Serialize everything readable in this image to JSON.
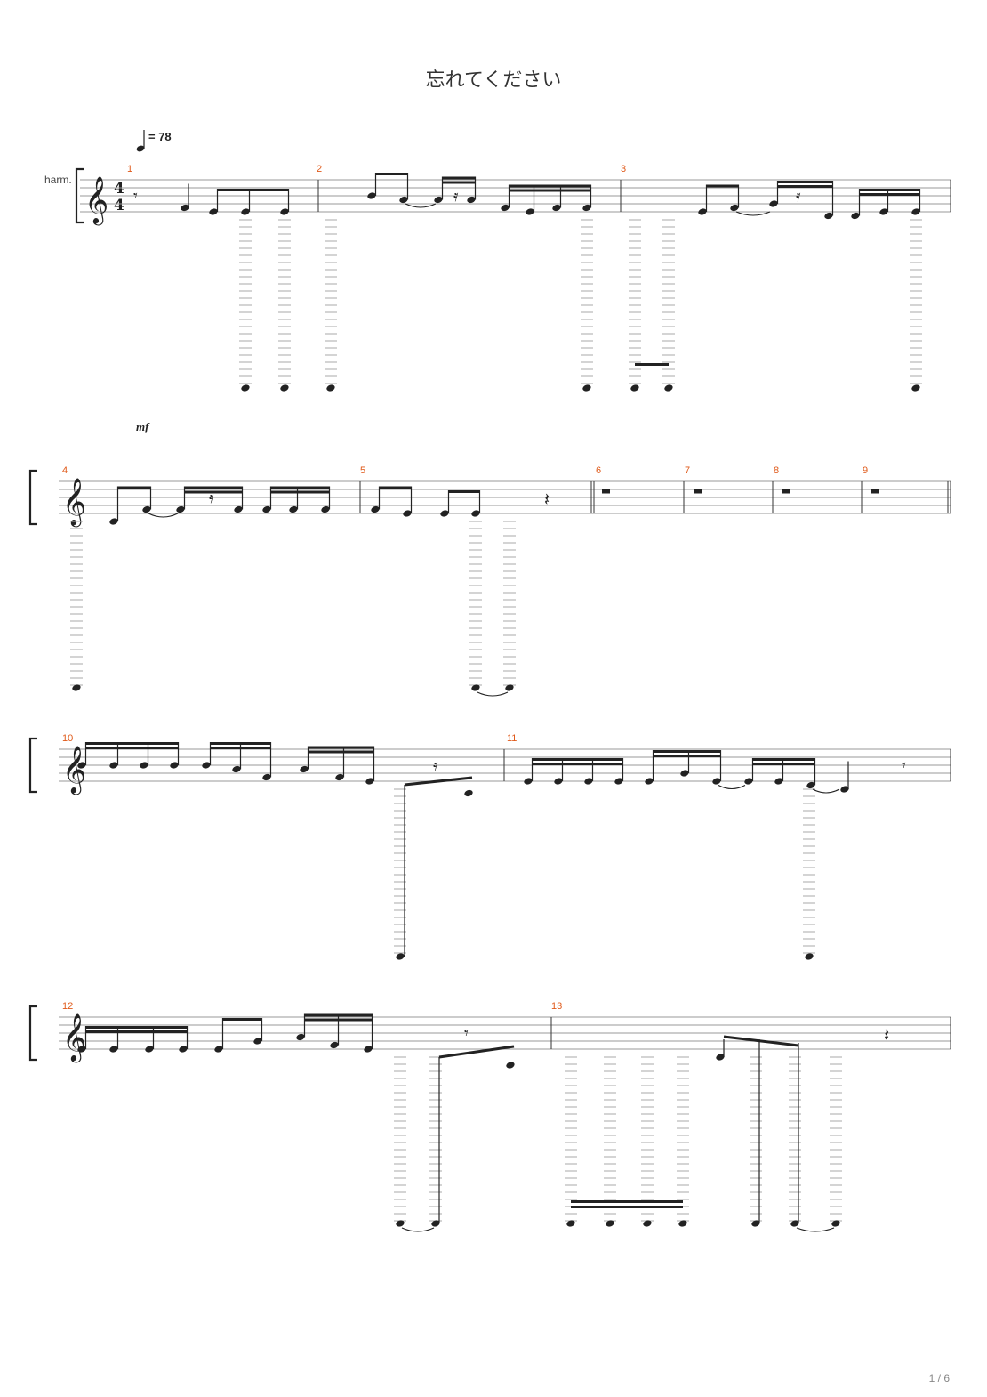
{
  "score": {
    "title": "忘れてください",
    "instrument_label": "harm.",
    "tempo_value": "= 78",
    "dynamic": "mf",
    "time_signature": {
      "top": "4",
      "bottom": "4"
    },
    "page_indicator": "1 / 6"
  },
  "systems": [
    {
      "measures": [
        "1",
        "2",
        "3"
      ]
    },
    {
      "measures": [
        "4",
        "5",
        "6",
        "7",
        "8",
        "9"
      ]
    },
    {
      "measures": [
        "10",
        "11"
      ]
    },
    {
      "measures": [
        "12",
        "13"
      ]
    }
  ]
}
